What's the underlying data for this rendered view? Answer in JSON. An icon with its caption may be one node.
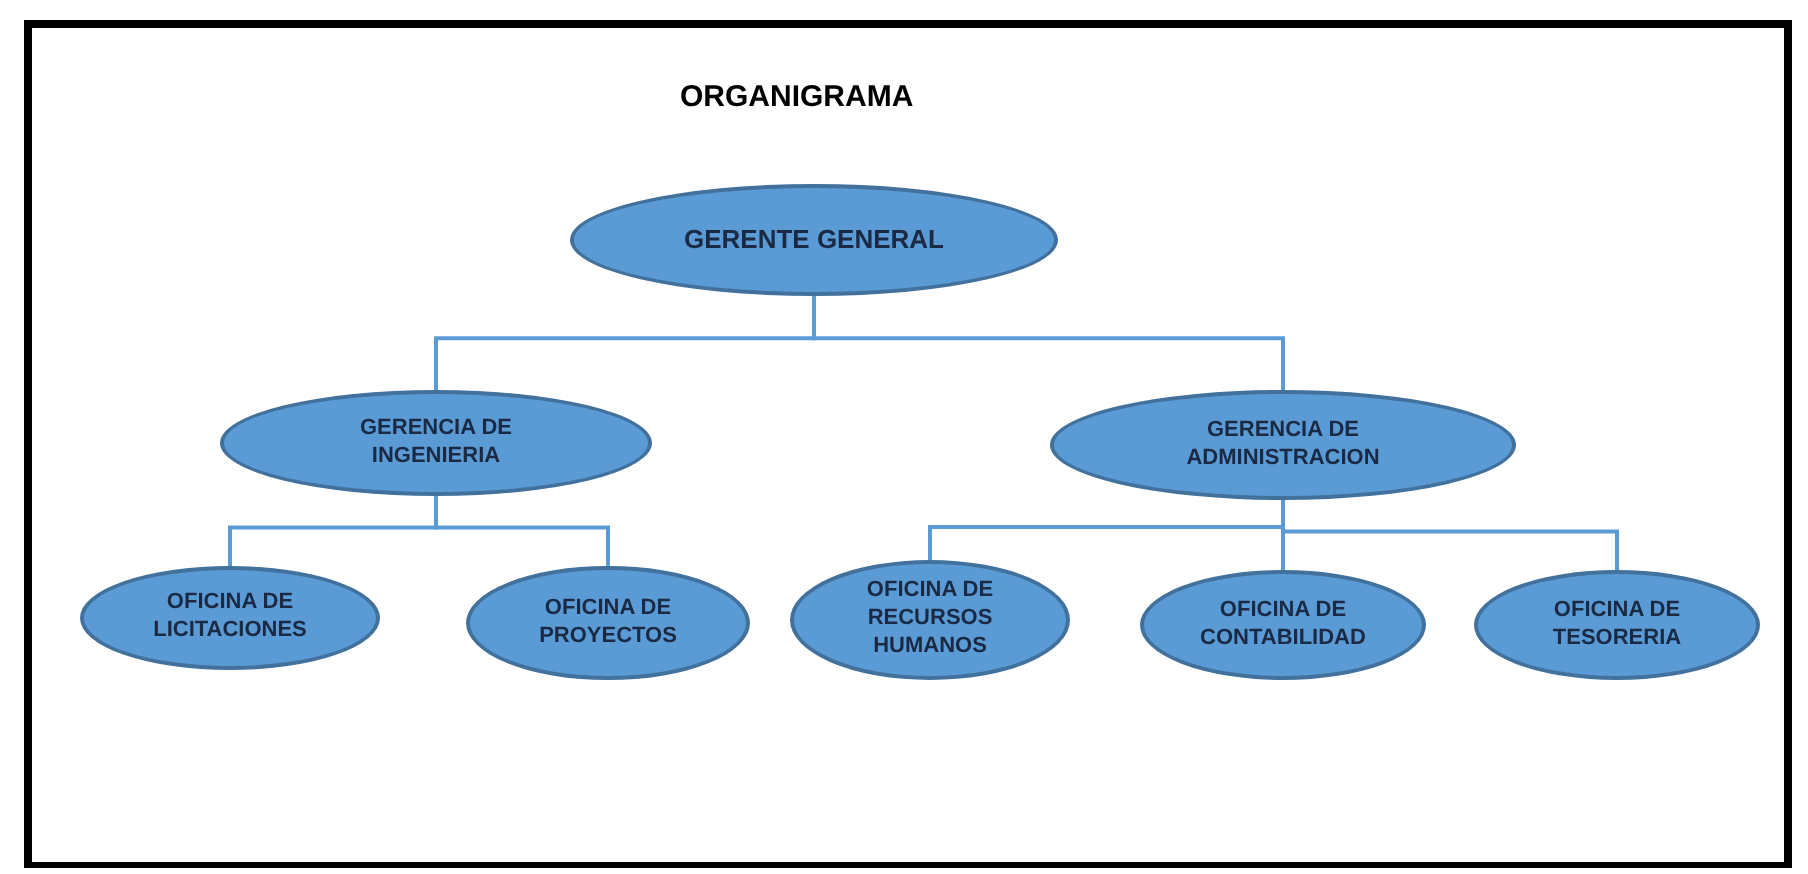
{
  "diagram": {
    "title": "ORGANIGRAMA",
    "nodes": [
      {
        "text": [
          "GERENTE GENERAL"
        ]
      },
      {
        "text": [
          "GERENCIA DE INGENIERIA"
        ]
      },
      {
        "text": [
          "GERENCIA DE ADMINISTRACION"
        ]
      },
      {
        "text": [
          "OFICINA DE LICITACIONES"
        ]
      },
      {
        "text": [
          "OFICINA DE PROYECTOS"
        ]
      },
      {
        "text": [
          "OFICINA DE RECURSOS HUMANOS"
        ]
      },
      {
        "text": [
          "OFICINA DE CONTABILIDAD"
        ]
      },
      {
        "text": [
          "OFICINA DE TESORERIA"
        ]
      }
    ],
    "edges": [
      {
        "from": 0,
        "to": 1,
        "arrow": "none"
      },
      {
        "from": 0,
        "to": 2,
        "arrow": "none"
      },
      {
        "from": 1,
        "to": 3,
        "arrow": "none"
      },
      {
        "from": 1,
        "to": 4,
        "arrow": "none"
      },
      {
        "from": 2,
        "to": 5,
        "arrow": "none"
      },
      {
        "from": 2,
        "to": 6,
        "arrow": "none"
      },
      {
        "from": 2,
        "to": 7,
        "arrow": "none"
      }
    ]
  }
}
